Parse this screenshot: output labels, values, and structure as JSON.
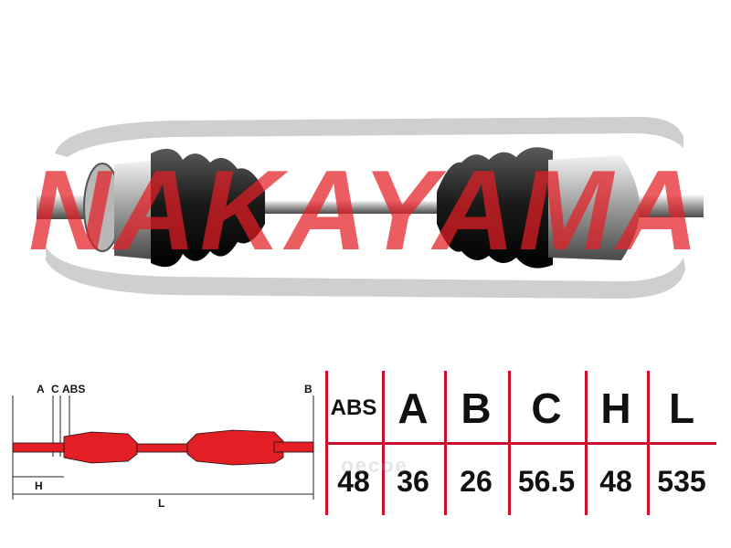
{
  "brand": {
    "logo_text": "NAKAYAMA",
    "accent_color": "#e31e24",
    "swoosh_color": "#c9c9c9"
  },
  "schematic": {
    "labels": {
      "a": "A",
      "c": "C",
      "abs": "ABS",
      "b": "B",
      "h": "H",
      "l": "L"
    }
  },
  "spec_table": {
    "headers": [
      "ABS",
      "A",
      "B",
      "C",
      "H",
      "L"
    ],
    "values": [
      "48",
      "36",
      "26",
      "56.5",
      "48",
      "535"
    ],
    "border_color": "#c8102e"
  },
  "watermark": "oecoe"
}
